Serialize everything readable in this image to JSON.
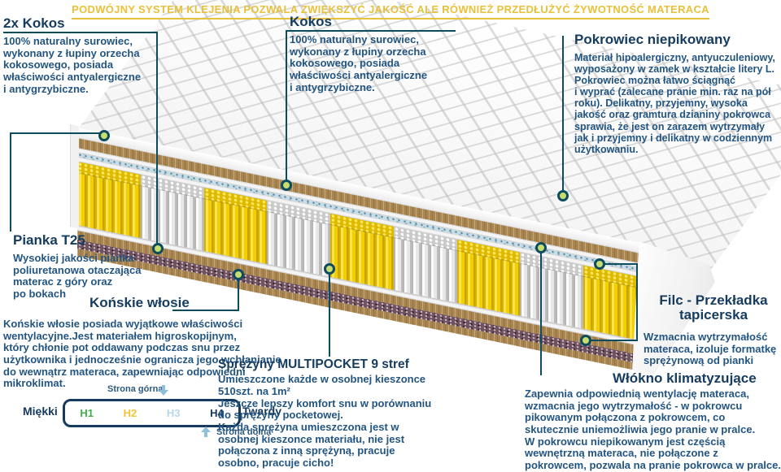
{
  "banner": "PODWÓJNY SYSTEM KLEJENIA POZWALA ZWIĘKSZYĆ JAKOŚĆ ALE RÓWNIEŻ PRZEDŁUŻYĆ ŻYWOTNOŚĆ MATERACA",
  "callouts": {
    "k2": {
      "title": "2x Kokos",
      "body": "100% naturalny surowiec,\nwykonany z łupiny orzecha\nkokosowego, posiada\nwłaściwości antyalergiczne\ni antygrzybiczne."
    },
    "kokos": {
      "title": "Kokos",
      "body": "100% naturalny surowiec,\nwykonany z łupiny orzecha\nkokosowego, posiada\nwłaściwości antyalergiczne\ni antygrzybiczne."
    },
    "pokrowiec": {
      "title": "Pokrowiec niepikowany",
      "body": "Materiał hipoalergiczny, antyuczuleniowy,\nwyposażony w zamek w kształcie litery L.\nPokrowiec można łatwo ściągnąć\ni wyprać (zalecane pranie min. raz na pół\nroku). Delikatny, przyjemny, wysoka\njakość oraz gramtura dzianiny pokrowca\nsprawia, że jest on zarazem wytrzymały\njak i przyjemny i delikatny w codziennym\nużytkowaniu."
    },
    "pianka": {
      "title": "Pianka T25",
      "body": "Wysokiej jakości pianka\npoliuretanowa otaczająca\nmaterac z góry oraz\npo bokach"
    },
    "konskie": {
      "title": "Końskie włosie",
      "body": "Końskie włosie posiada wyjątkowe właściwości\nwentylacyjne.Jest materiałem higroskopijnym,\nktóry chłonie pot oddawany podczas snu przez\nużytkownika i jednocześnie ogranicza jego wchłanianie\ndo wewnątrz materaca, zapewniając odpowiedni\nmikroklimat."
    },
    "sprezyny": {
      "title": "Sprężyny MULTIPOCKET 9 stref",
      "body": "Umieszczone każde w osobnej kieszonce\n510szt. na 1m²\nJeszcze lepszy komfort snu w porównaniu\ndo sprężyny pocketowej.\nKażda sprężyna umieszczona jest w\nosobnej kieszonce materiału, nie jest\npołączona z inną sprężyną, pracuje\nosobno, pracuje cicho!"
    },
    "filc": {
      "title": "Filc - Przekładka\ntapicerska",
      "body": "Wzmacnia wytrzymałość\nmateraca, izoluje formatkę\nsprężynową od pianki"
    },
    "wlokno": {
      "title": "Włókno klimatyzujące",
      "body": "Zapewnia odpowiednią wentylację materaca,\nwzmacnia jego wytrzymałość - w pokrowcu\npikowanym połączona z pokrowcem, co\nskutecznie uniemożliwia jego pranie w pralce.\nW pokrowcu niepikowanym jest częścią\nwewnętrzną materaca, nie połączone z\npokrowcem, pozwala na pranie pokrowca w pralce."
    }
  },
  "scale": {
    "left_label": "Miękki",
    "right_label": "Twardy",
    "top_label": "Strona górna",
    "bottom_label": "Strona dolna",
    "levels": [
      {
        "label": "H1",
        "color": "#3fae49"
      },
      {
        "label": "H2",
        "color": "#f0c437"
      },
      {
        "label": "H3",
        "color": "#b7d7e8"
      },
      {
        "label": "H4",
        "color": "#163a5f"
      }
    ]
  },
  "mattress": {
    "spring_zones": [
      "yellow",
      "white",
      "yellow",
      "white",
      "yellow",
      "white",
      "yellow",
      "white",
      "yellow"
    ],
    "layers": [
      "pokrowiec niepikowany",
      "pianka T25",
      "kokos",
      "filc",
      "włókno klimatyzujące",
      "filc",
      "sprężyny multipocket",
      "filc",
      "kokos",
      "końskie włosie",
      "kokos"
    ]
  },
  "colors": {
    "banner_gold": "#e9c03a",
    "heading_navy": "#163c60",
    "body_blue": "#235581",
    "connector_teal": "#0d4b5f",
    "dot_fill": "#c8dd70",
    "arrow_blue": "#8fc0da",
    "spring_yellow": "#f2cf00",
    "coconut_brown": "#a9854f",
    "horsehair_purple": "#6f5260",
    "klima_teal": "#c8dbe4"
  }
}
